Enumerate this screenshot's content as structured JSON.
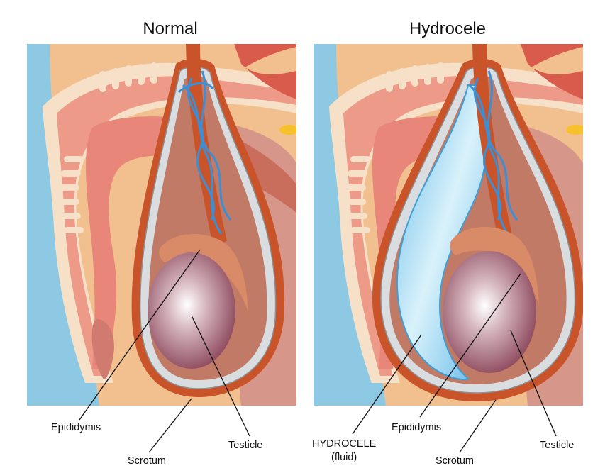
{
  "titles": {
    "normal": "Normal",
    "hydrocele": "Hydrocele"
  },
  "labels": {
    "normal": {
      "epididymis": "Epididymis",
      "scrotum": "Scrotum",
      "testicle": "Testicle"
    },
    "hydrocele": {
      "hydrocele_line1": "HYDROCELE",
      "hydrocele_line2": "(fluid)",
      "epididymis": "Epididymis",
      "scrotum": "Scrotum",
      "testicle": "Testicle"
    }
  },
  "colors": {
    "background_blue": "#8ec9e3",
    "skin": "#f2c08f",
    "tissue_pink": "#ee9a88",
    "tissue_light": "#f6e0c8",
    "scrotal_wall": "#c9542a",
    "membrane": "#d9dde0",
    "interior": "#c07a66",
    "testicle": "#9c5668",
    "epididymis": "#d98a66",
    "veins": "#3a8fd6",
    "fluid": "#9fd8f0",
    "cord": "#c9542a"
  }
}
